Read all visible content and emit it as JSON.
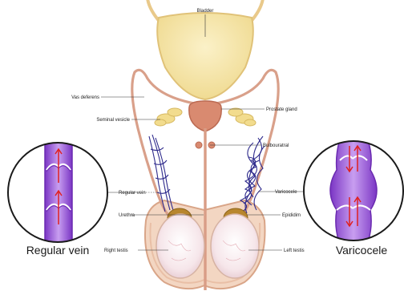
{
  "labels": {
    "bladder": "Bladder",
    "vas_deferens": "Vas deferens",
    "seminal_vesicle": "Seminal vesicle",
    "prostate_gland": "Prostate gland",
    "bulbourethral": "Bulbouratral",
    "regular_vein": "Regular vein",
    "varicocele": "Varicocele",
    "urethra": "Urethra",
    "epididymis": "Epididim",
    "right_testis": "Right testis",
    "left_testis": "Left testis"
  },
  "captions": {
    "left": "Regular vein",
    "right": "Varicocele"
  },
  "colors": {
    "bladder": "#f5e6a8",
    "prostate": "#d98a70",
    "ducts": "#d9a08a",
    "veins": "#2e2a8c",
    "vein_inset": "#9a5bd6",
    "blood_arrow": "#e02020",
    "testis": "#f8eef0",
    "epididymis": "#b8862e",
    "scrotum": "#e8b99a"
  }
}
